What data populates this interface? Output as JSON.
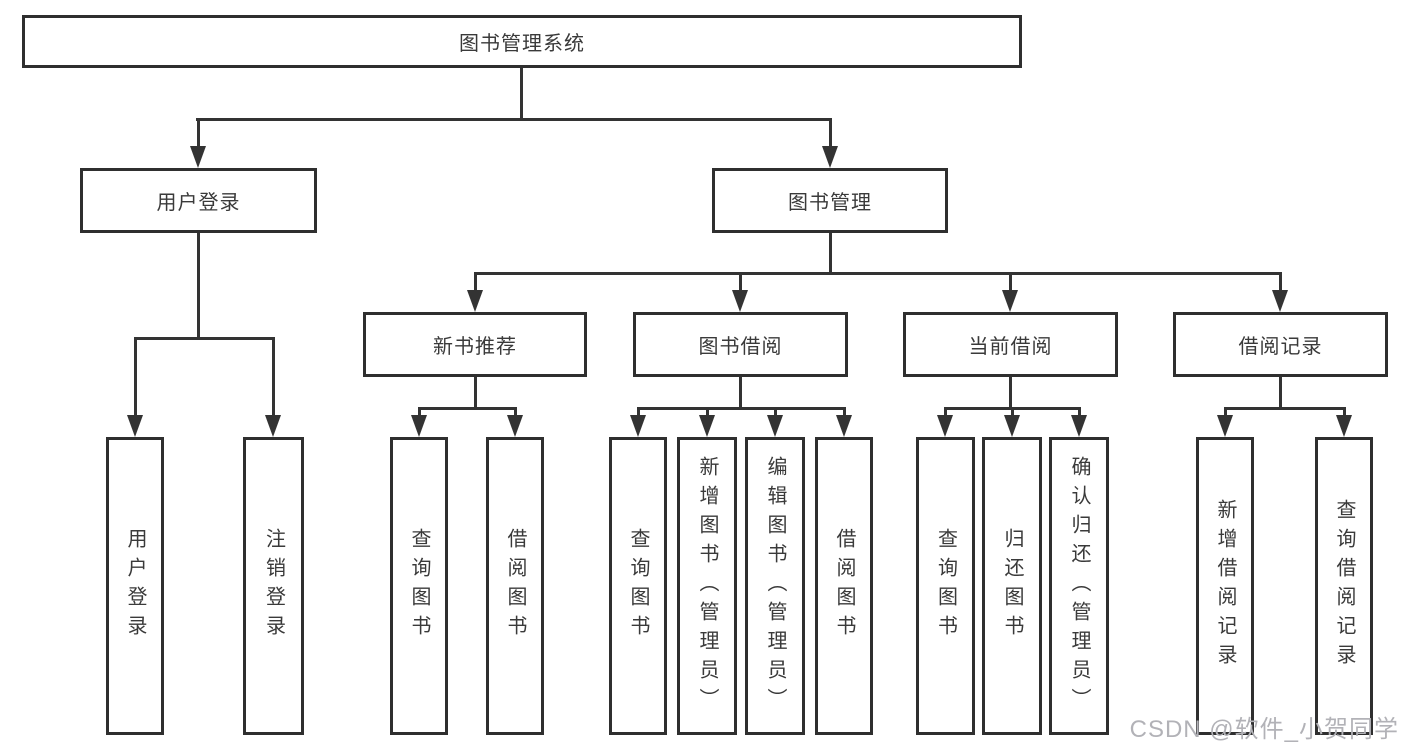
{
  "tree": {
    "label": "图书管理系统",
    "children": [
      {
        "label": "用户登录",
        "children": [
          {
            "label": "用户登录"
          },
          {
            "label": "注销登录"
          }
        ]
      },
      {
        "label": "图书管理",
        "children": [
          {
            "label": "新书推荐",
            "children": [
              {
                "label": "查询图书"
              },
              {
                "label": "借阅图书"
              }
            ]
          },
          {
            "label": "图书借阅",
            "children": [
              {
                "label": "查询图书"
              },
              {
                "label": "新增图书（管理员）"
              },
              {
                "label": "编辑图书（管理员）"
              },
              {
                "label": "借阅图书"
              }
            ]
          },
          {
            "label": "当前借阅",
            "children": [
              {
                "label": "查询图书"
              },
              {
                "label": "归还图书"
              },
              {
                "label": "确认归还（管理员）"
              }
            ]
          },
          {
            "label": "借阅记录",
            "children": [
              {
                "label": "新增借阅记录"
              },
              {
                "label": "查询借阅记录"
              }
            ]
          }
        ]
      }
    ]
  },
  "watermark": {
    "text": "CSDN @软件_小贺同学"
  },
  "colors": {
    "line": "#333333",
    "box_border": "#2f2f2f",
    "text": "#3a3a3a",
    "watermark_color": "#b2b2b7",
    "background": "#ffffff"
  }
}
